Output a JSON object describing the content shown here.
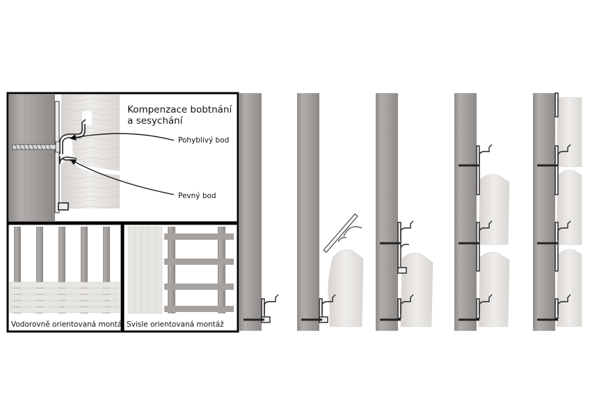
{
  "detail": {
    "title_line1": "Kompenzace bobtnání",
    "title_line2": "a sesychání",
    "label_moving": "Pohyblivý bod",
    "label_fixed": "Pevný bod"
  },
  "mounting": {
    "horizontal_caption": "Vodorovně orientovaná montáž",
    "vertical_caption": "Svisle orientovaná montáž"
  },
  "colors": {
    "frame": "#000000",
    "batten": "#a8a4a2",
    "board": "#e4e2df",
    "clip": "#222222"
  }
}
